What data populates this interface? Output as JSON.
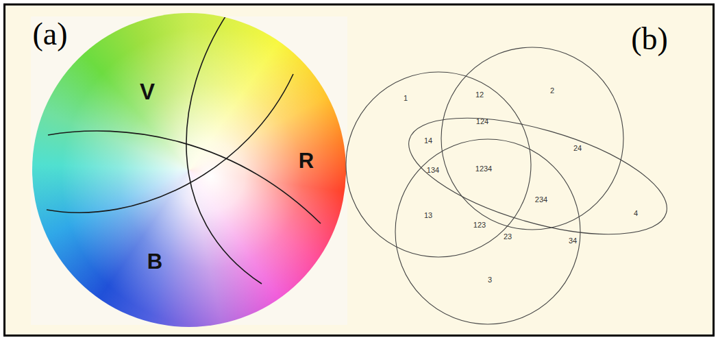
{
  "diagram": {
    "labels": [
      "(a)",
      "V",
      "R",
      "B",
      "(b)",
      "1",
      "12",
      "2",
      "124",
      "14",
      "24",
      "134",
      "1234",
      "234",
      "13",
      "123",
      "23",
      "34",
      "4",
      "3"
    ]
  }
}
